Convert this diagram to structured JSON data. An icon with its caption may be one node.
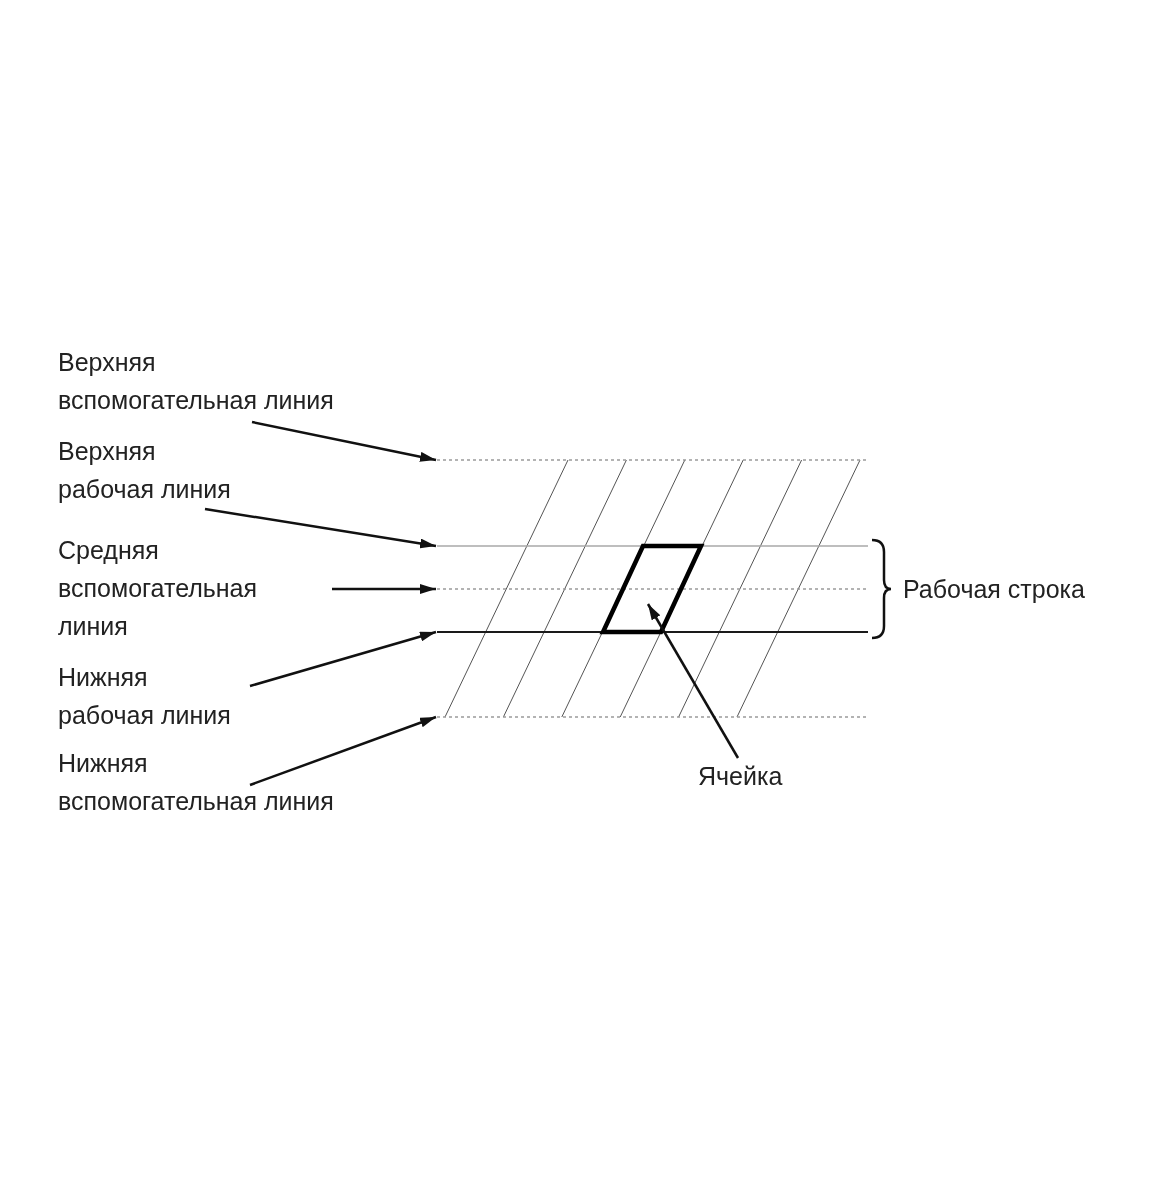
{
  "diagram": {
    "nodes": [
      {
        "text": [
          "Верхняя вспомогательная линия"
        ]
      },
      {
        "text": [
          "Верхняя рабочая линия"
        ]
      },
      {
        "text": [
          "Средняя вспомогательная линия"
        ]
      },
      {
        "text": [
          "Нижняя рабочая линия"
        ]
      },
      {
        "text": [
          "Нижняя вспомогательная линия"
        ]
      },
      {
        "text": [],
        "shape": "line"
      },
      {
        "text": [],
        "shape": "line"
      },
      {
        "text": [],
        "shape": "line"
      },
      {
        "text": [],
        "shape": "line"
      },
      {
        "text": [],
        "shape": "line"
      },
      {
        "text": [],
        "shape": "parallelogram"
      },
      {
        "text": [
          "Ячейка"
        ]
      }
    ],
    "edges": [
      {
        "from": 0,
        "to": 5,
        "arrow": "to"
      },
      {
        "from": 1,
        "to": 6,
        "arrow": "to"
      },
      {
        "from": 2,
        "to": 7,
        "arrow": "to"
      },
      {
        "from": 3,
        "to": 8,
        "arrow": "to"
      },
      {
        "from": 4,
        "to": 9,
        "arrow": "to"
      },
      {
        "from": 11,
        "to": 10,
        "arrow": "to"
      }
    ],
    "labels": [
      "Рабочая строка"
    ]
  }
}
